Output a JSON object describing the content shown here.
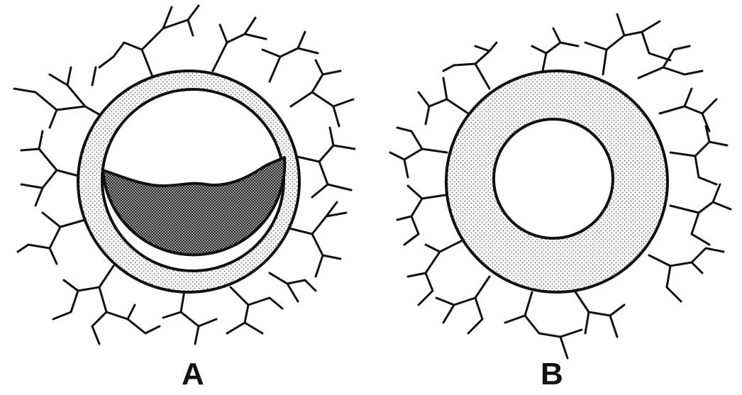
{
  "panels": [
    {
      "label": "A",
      "state": "partially filled",
      "fill_fraction": 0.5
    },
    {
      "label": "B",
      "state": "thick wall, empty center"
    }
  ],
  "colors": {
    "ink": "#111111",
    "background": "#ffffff",
    "stipple": "#c8c8c8",
    "dense_fill": "#555555"
  }
}
